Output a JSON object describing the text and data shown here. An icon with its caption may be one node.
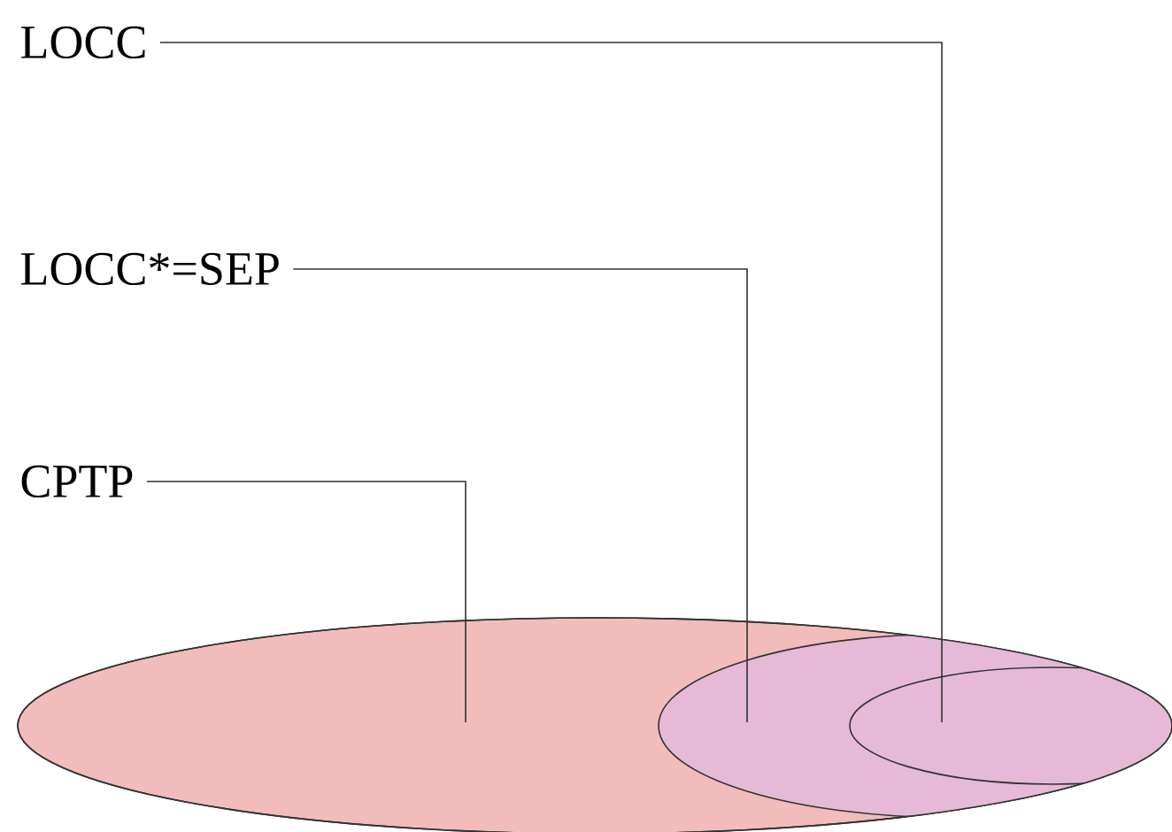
{
  "diagram": {
    "nodes": [
      {
        "text": [
          "LOCC"
        ]
      },
      {
        "text": [
          "LOCC*=SEP"
        ]
      },
      {
        "text": [
          "CPTP"
        ]
      },
      {
        "text": [],
        "shape": "ellipse"
      },
      {
        "text": [],
        "shape": "ellipse",
        "in": 3
      },
      {
        "text": [],
        "shape": "ellipse",
        "in": 4
      }
    ],
    "edges": [
      {
        "from": 0,
        "to": 5,
        "arrow": "none"
      },
      {
        "from": 1,
        "to": 4,
        "arrow": "none"
      },
      {
        "from": 2,
        "to": 3,
        "arrow": "none"
      }
    ]
  }
}
